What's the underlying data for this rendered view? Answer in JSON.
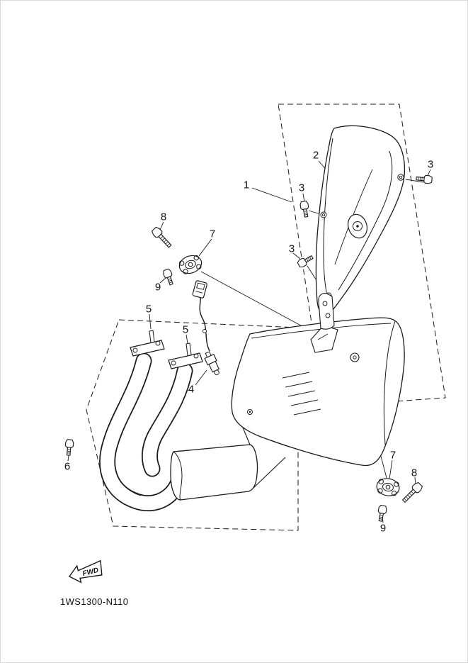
{
  "diagram": {
    "part_code": "1WS1300-N110",
    "fwd_label": "FWD",
    "callouts": [
      {
        "label": "1"
      },
      {
        "label": "2"
      },
      {
        "label": "3"
      },
      {
        "label": "3"
      },
      {
        "label": "3"
      },
      {
        "label": "4"
      },
      {
        "label": "5"
      },
      {
        "label": "5"
      },
      {
        "label": "6"
      },
      {
        "label": "7"
      },
      {
        "label": "7"
      },
      {
        "label": "8"
      },
      {
        "label": "8"
      },
      {
        "label": "9"
      },
      {
        "label": "9"
      }
    ]
  }
}
